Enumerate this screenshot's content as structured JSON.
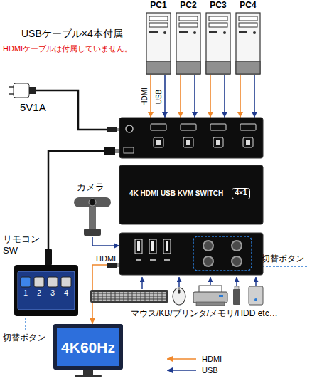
{
  "diagram": {
    "nodes": [
      {
        "text": [
          "PC1"
        ]
      },
      {
        "text": [
          "PC2"
        ]
      },
      {
        "text": [
          "PC3"
        ]
      },
      {
        "text": [
          "PC4"
        ]
      },
      {
        "text": [
          "5V1A"
        ]
      },
      {
        "text": [
          "4K HDMI USB KVM SWITCH"
        ]
      },
      {
        "text": [
          "4×1"
        ],
        "in": 5
      },
      {
        "text": [
          "カメラ"
        ]
      },
      {
        "text": [
          "リモコン SW"
        ]
      },
      {
        "text": [
          "1"
        ],
        "in": 8
      },
      {
        "text": [
          "2"
        ],
        "in": 8
      },
      {
        "text": [
          "3"
        ],
        "in": 8
      },
      {
        "text": [
          "4"
        ],
        "in": 8
      },
      {
        "text": [
          "4K60Hz"
        ]
      }
    ],
    "edges": [
      {
        "from": 0,
        "to": 5,
        "arrow": "to",
        "label": "HDMI"
      },
      {
        "from": 0,
        "to": 5,
        "arrow": "to",
        "label": "USB"
      },
      {
        "from": 1,
        "to": 5,
        "arrow": "to"
      },
      {
        "from": 1,
        "to": 5,
        "arrow": "to"
      },
      {
        "from": 2,
        "to": 5,
        "arrow": "to"
      },
      {
        "from": 2,
        "to": 5,
        "arrow": "to"
      },
      {
        "from": 3,
        "to": 5,
        "arrow": "to"
      },
      {
        "from": 3,
        "to": 5,
        "arrow": "to"
      },
      {
        "from": 4,
        "to": 5,
        "arrow": "none"
      },
      {
        "from": 8,
        "to": 5,
        "arrow": "none"
      },
      {
        "from": 7,
        "to": 5,
        "arrow": "to"
      },
      {
        "from": 5,
        "to": 13,
        "arrow": "to",
        "label": "HDMI"
      }
    ],
    "labels": [
      "USBケーブル×4本付属",
      "HDMIケーブルは付属していません。",
      "切替ボタン",
      "マウス/KB/プリンタ/メモリ/HDD etc…",
      "切替ボタン"
    ],
    "legend": [
      {
        "text": "HDMI"
      },
      {
        "text": "USB"
      }
    ]
  }
}
